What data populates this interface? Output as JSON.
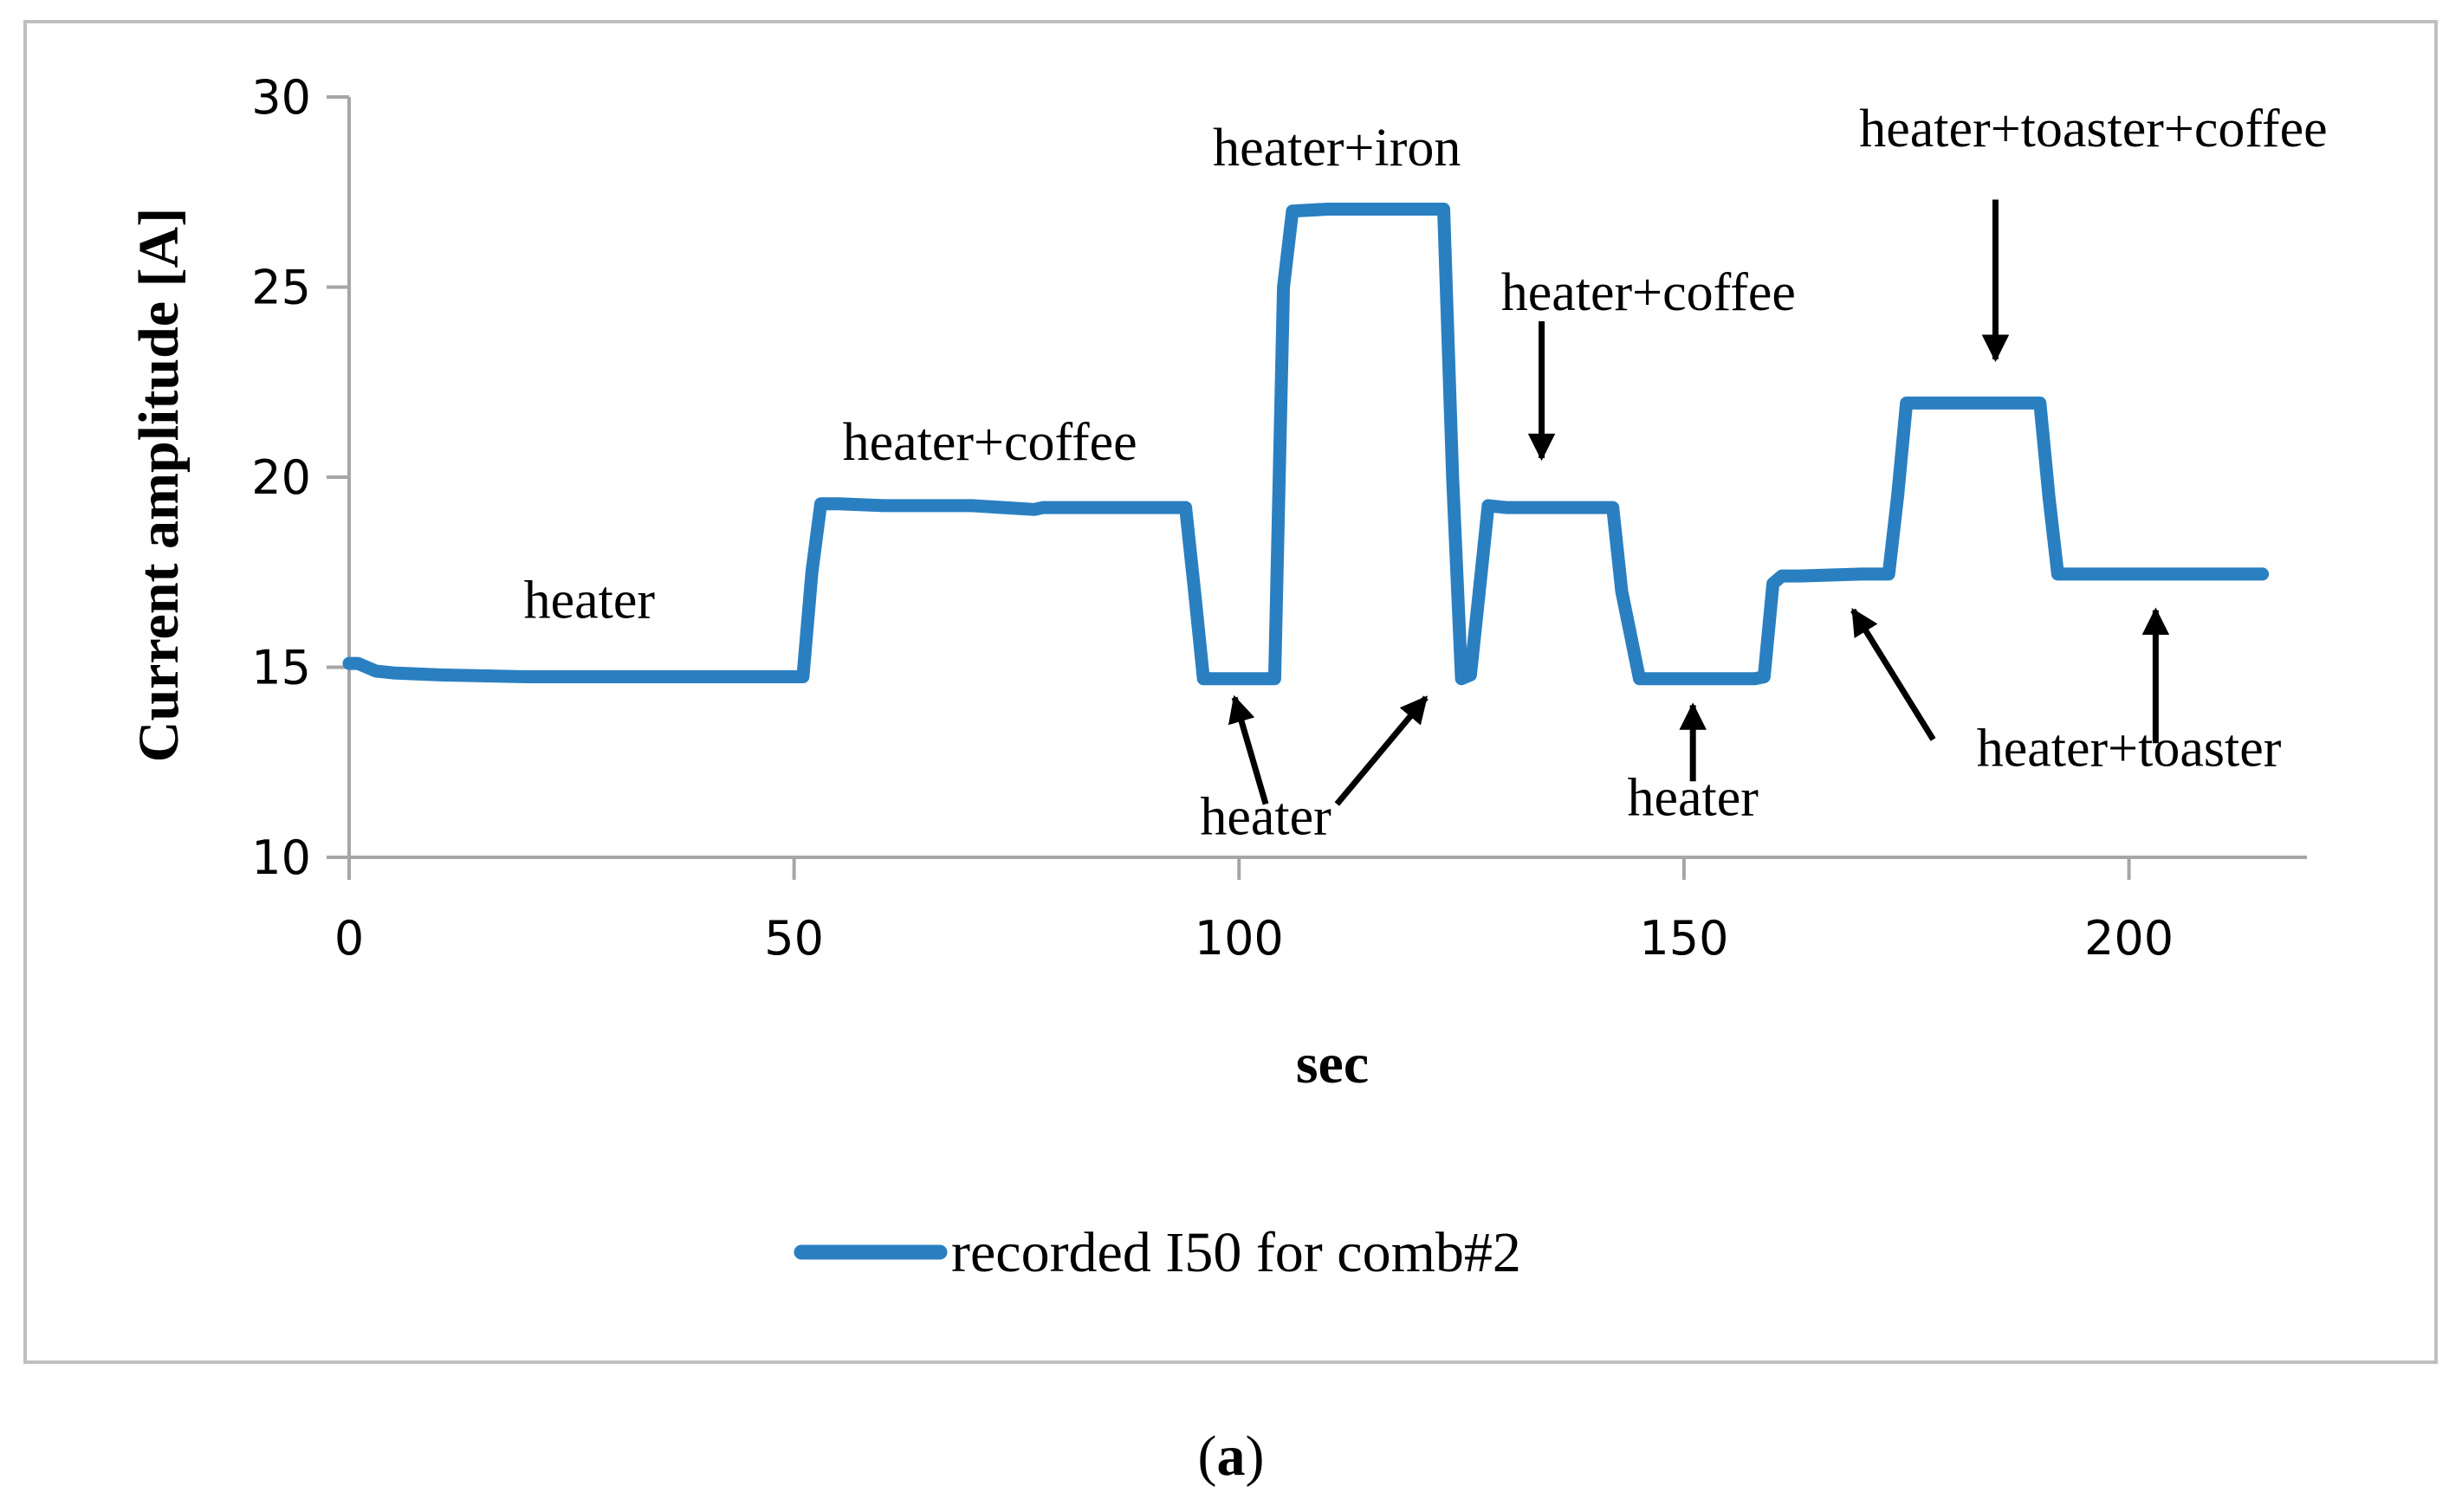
{
  "chart_data": {
    "type": "line",
    "xlabel": "sec",
    "ylabel": "Current amplitude [A]",
    "xlim": [
      0,
      220
    ],
    "ylim": [
      10,
      30
    ],
    "xticks": [
      0,
      50,
      100,
      150,
      200
    ],
    "yticks": [
      10,
      15,
      20,
      25,
      30
    ],
    "grid": false,
    "legend_position": "bottom",
    "series": [
      {
        "name": "recorded I50 for comb#2",
        "color": "#2a7fc1",
        "x": [
          0,
          1,
          3,
          5,
          10,
          20,
          30,
          40,
          48,
          51,
          52,
          53,
          55,
          60,
          70,
          77,
          78,
          80,
          90,
          94,
          95,
          96,
          100,
          103,
          104,
          105,
          106,
          110,
          120,
          123,
          124,
          125,
          126,
          127,
          128,
          130,
          140,
          142,
          143,
          145,
          150,
          158,
          159,
          160,
          161,
          163,
          170,
          173,
          174,
          175,
          176,
          180,
          190,
          191,
          192,
          193,
          200,
          210,
          215
        ],
        "y": [
          15.1,
          15.1,
          14.9,
          14.85,
          14.8,
          14.75,
          14.75,
          14.75,
          14.75,
          14.75,
          17.5,
          19.3,
          19.3,
          19.25,
          19.25,
          19.15,
          19.2,
          19.2,
          19.2,
          19.2,
          17.0,
          14.7,
          14.7,
          14.7,
          14.7,
          25.0,
          27.0,
          27.05,
          27.05,
          27.05,
          20.0,
          14.7,
          14.8,
          17.0,
          19.25,
          19.2,
          19.2,
          19.2,
          17.0,
          14.7,
          14.7,
          14.7,
          14.75,
          17.2,
          17.4,
          17.4,
          17.45,
          17.45,
          19.5,
          21.95,
          21.95,
          21.95,
          21.95,
          19.5,
          17.45,
          17.45,
          17.45,
          17.45,
          17.45
        ]
      }
    ],
    "annotations": [
      {
        "text": "heater",
        "x": 27,
        "y": 16.3
      },
      {
        "text": "heater+coffee",
        "x": 72,
        "y": 20.45
      },
      {
        "text": "heater+iron",
        "x": 111,
        "y": 28.2
      },
      {
        "text": "heater+coffee",
        "x": 146,
        "y": 24.4
      },
      {
        "text": "heater+toaster+coffee",
        "x": 196,
        "y": 28.7
      },
      {
        "text": "heater",
        "x": 103,
        "y": 10.6
      },
      {
        "text": "heater",
        "x": 151,
        "y": 11.1
      },
      {
        "text": "heater+toaster",
        "x": 200,
        "y": 12.4
      }
    ],
    "arrows": [
      {
        "x1": 103,
        "y1": 11.4,
        "x2": 99.5,
        "y2": 14.2
      },
      {
        "x1": 111,
        "y1": 11.4,
        "x2": 121,
        "y2": 14.2
      },
      {
        "x1": 134,
        "y1": 24.1,
        "x2": 134,
        "y2": 20.5
      },
      {
        "x1": 151,
        "y1": 12.0,
        "x2": 151,
        "y2": 14.0
      },
      {
        "x1": 185,
        "y1": 27.3,
        "x2": 185,
        "y2": 23.1
      },
      {
        "x1": 178,
        "y1": 13.1,
        "x2": 169,
        "y2": 16.5
      },
      {
        "x1": 203,
        "y1": 13.0,
        "x2": 203,
        "y2": 16.5
      }
    ]
  },
  "caption": {
    "open": "(",
    "letter": "a",
    "close": ")"
  }
}
